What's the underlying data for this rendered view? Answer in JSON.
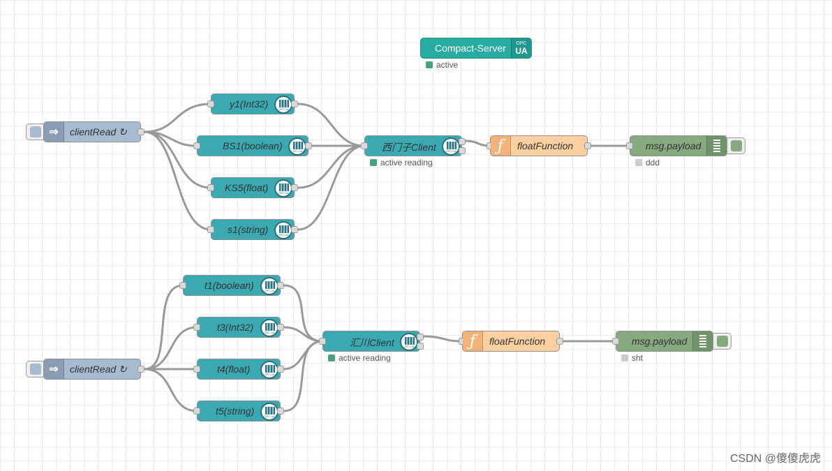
{
  "colors": {
    "opc_node": "#3aa9b2",
    "inject_node": "#a6bbcf",
    "function_node": "#fdd0a2",
    "debug_node": "#87a980",
    "server_node": "#28aba0",
    "status_green": "#4aa083",
    "status_grey": "#cccccc",
    "wire": "#999999"
  },
  "server": {
    "label": "Compact-Server",
    "icon_top": "OPC",
    "icon_bottom": "UA",
    "status": "active",
    "icon": "opc-ua-icon"
  },
  "flow1": {
    "inject": {
      "label": "clientRead ↻",
      "icon": "arrow-icon"
    },
    "items": [
      {
        "label": "y1(Int32)"
      },
      {
        "label": "BS1(boolean)"
      },
      {
        "label": "KS5(float)"
      },
      {
        "label": "s1(string)"
      }
    ],
    "client": {
      "label": "西门子Client",
      "status": "active reading"
    },
    "function": {
      "label": "floatFunction",
      "icon": "function-icon"
    },
    "debug": {
      "label": "msg.payload",
      "status": "ddd",
      "icon": "debug-list-icon"
    }
  },
  "flow2": {
    "inject": {
      "label": "clientRead ↻",
      "icon": "arrow-icon"
    },
    "items": [
      {
        "label": "t1(boolean)"
      },
      {
        "label": "t3(Int32)"
      },
      {
        "label": "t4(float)"
      },
      {
        "label": "t5(string)"
      }
    ],
    "client": {
      "label": "汇川Client",
      "status": "active reading"
    },
    "function": {
      "label": "floatFunction",
      "icon": "function-icon"
    },
    "debug": {
      "label": "msg.payload",
      "status": "sht",
      "icon": "debug-list-icon"
    }
  },
  "opc_icon_text": "OPC UA",
  "watermark": "CSDN @傻傻虎虎"
}
